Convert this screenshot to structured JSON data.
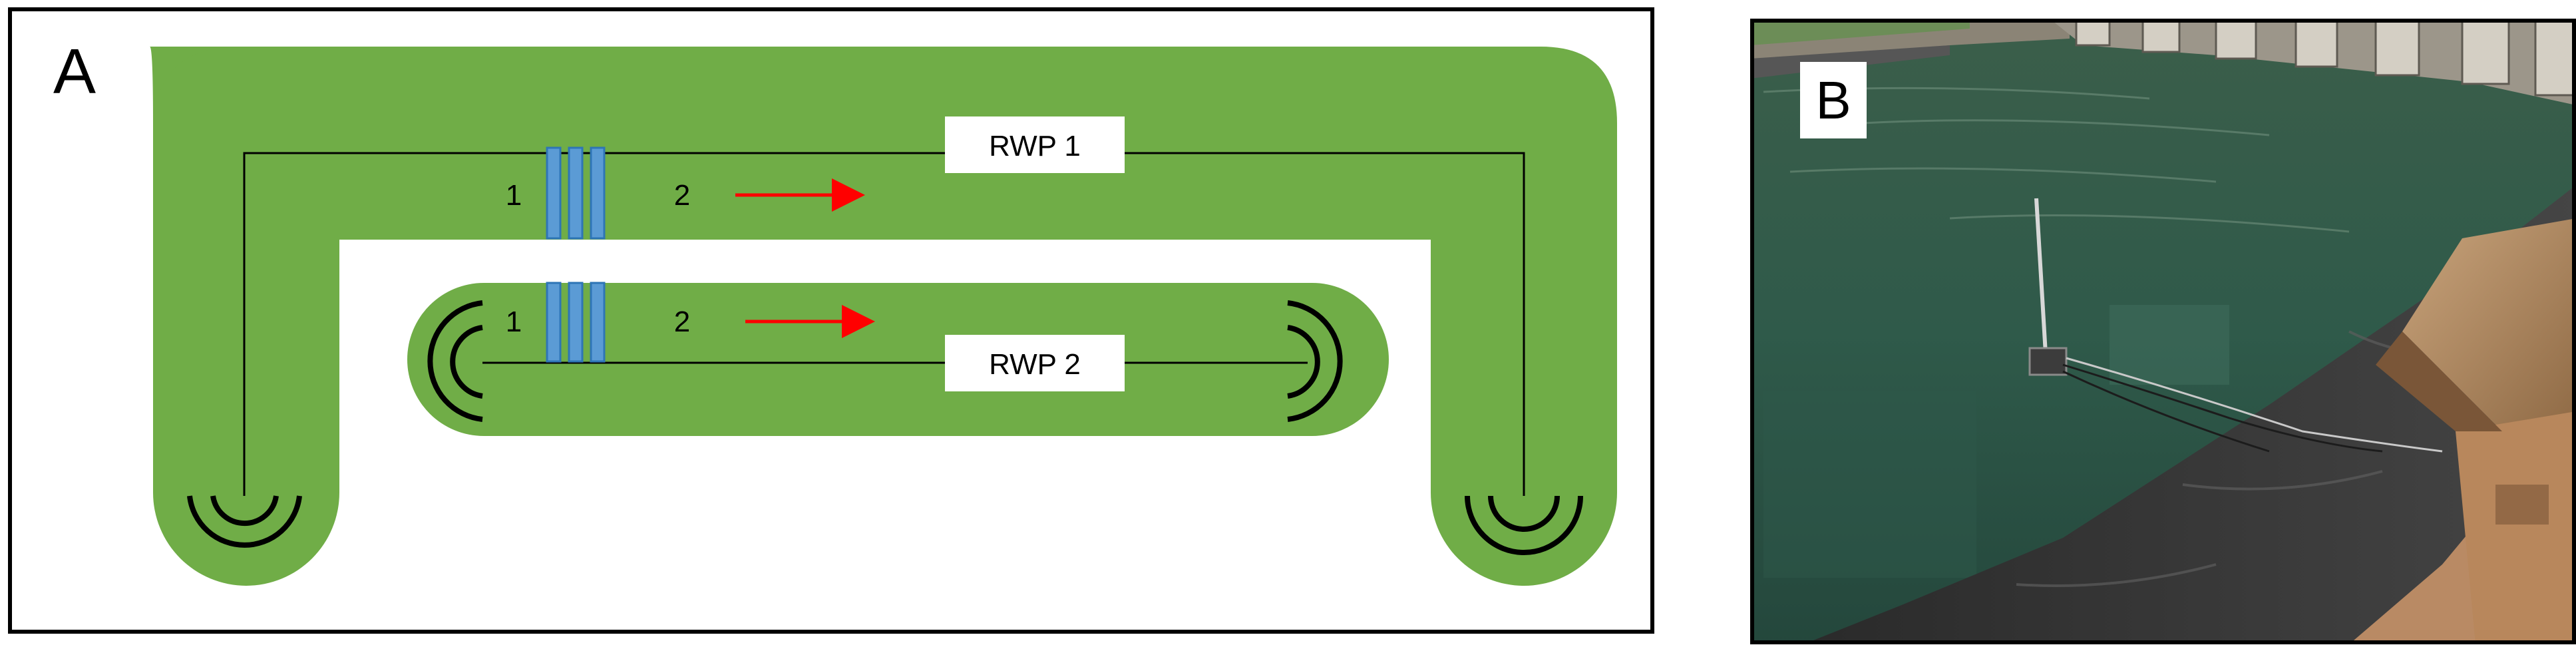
{
  "panel_a": {
    "label": "A",
    "outer_raceway": {
      "name": "RWP 1",
      "sensor_point_1": "1",
      "sensor_point_2": "2"
    },
    "inner_raceway": {
      "name": "RWP 2",
      "sensor_point_1": "1",
      "sensor_point_2": "2"
    }
  },
  "panel_b": {
    "label": "B"
  },
  "colors": {
    "pond_green": "#70ad47",
    "paddle_blue": "#5b9bd5",
    "flow_arrow_red": "#ff0000",
    "frame_black": "#000000"
  }
}
